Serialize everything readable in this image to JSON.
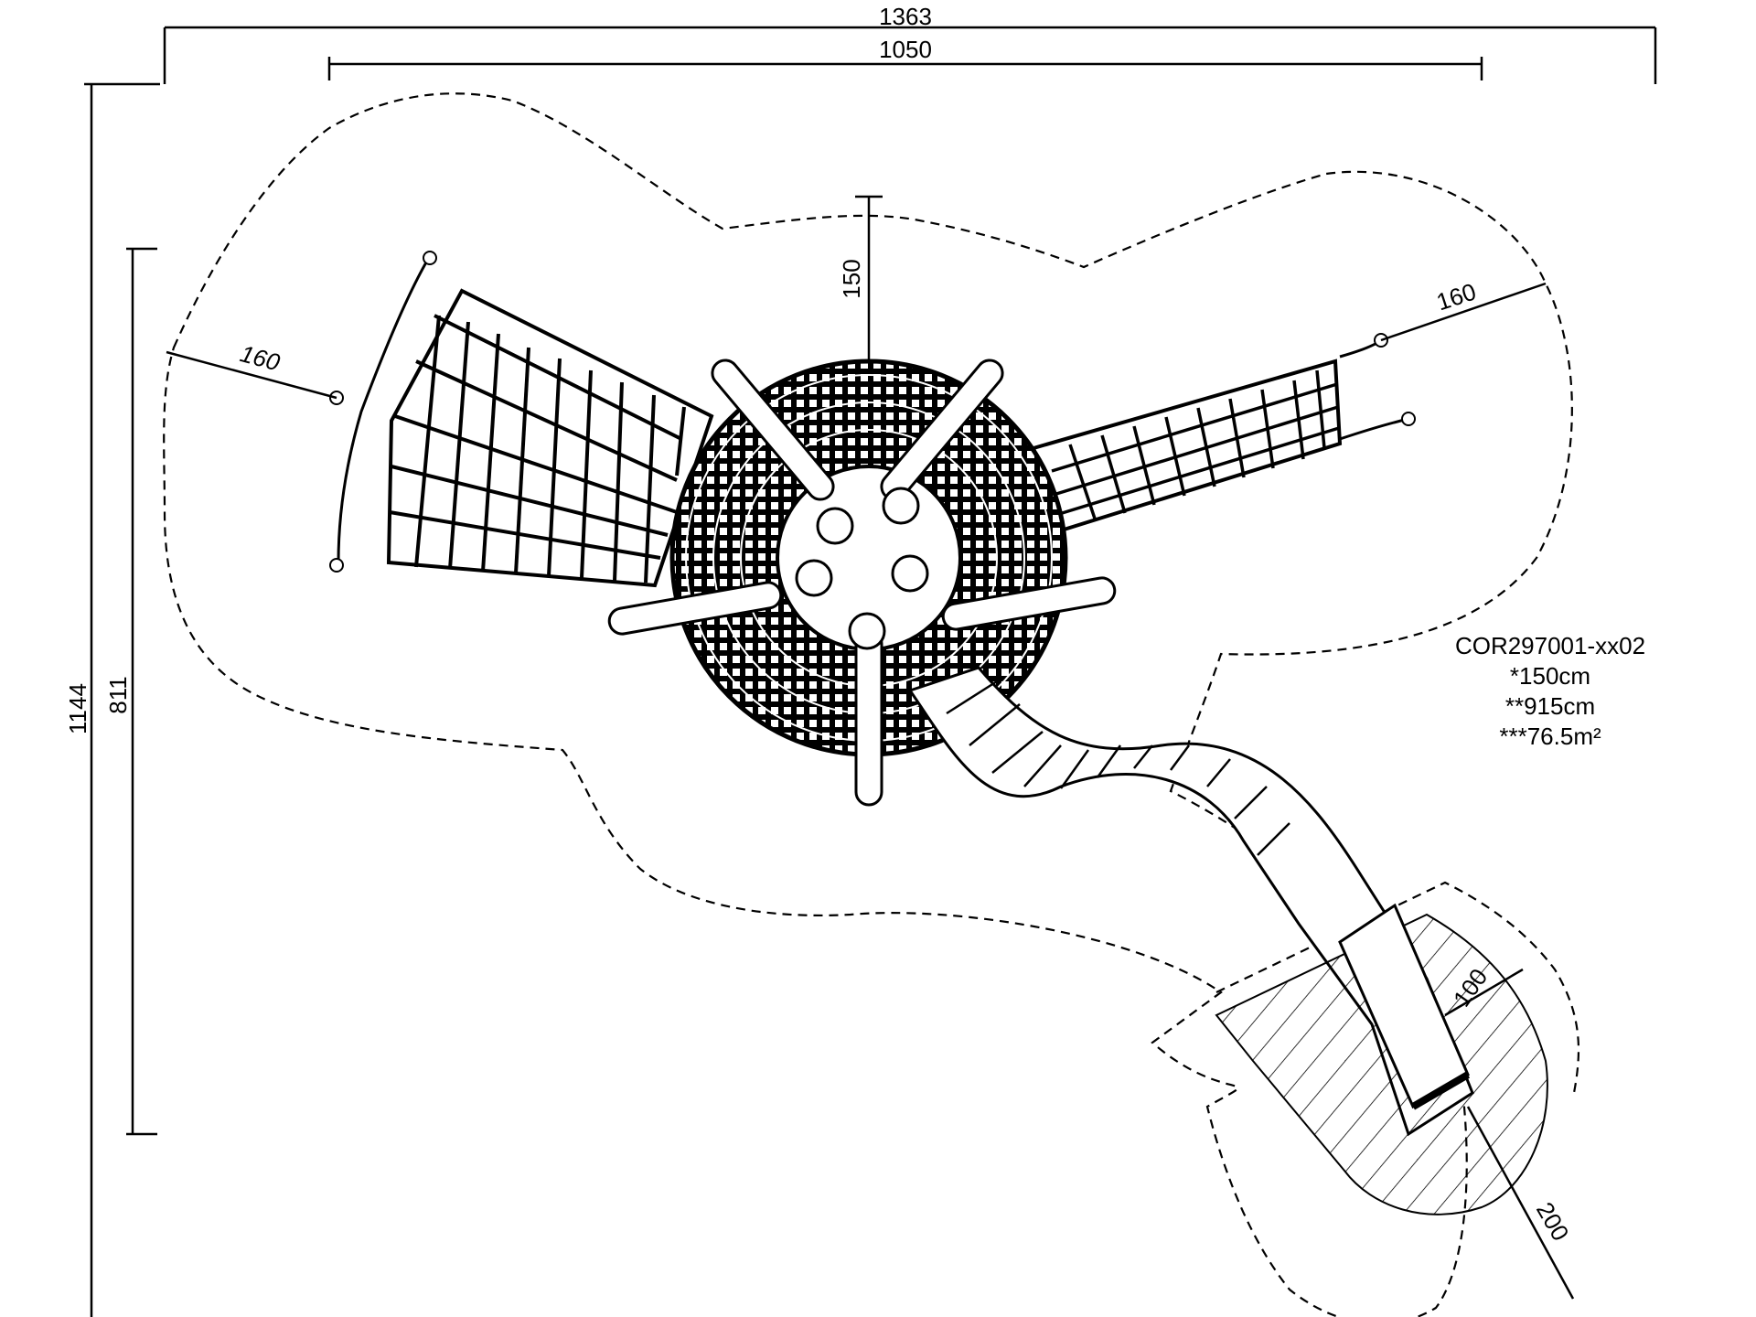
{
  "dimensions": {
    "overall_width": "1363",
    "inner_width": "1050",
    "overall_height": "1144",
    "inner_height": "811",
    "top_clearance": "150",
    "left_clearance": "160",
    "right_clearance": "160",
    "slide_exit_width": "100",
    "slide_exit_length": "200"
  },
  "info": {
    "model": "COR297001-xx02",
    "fall_height": "*150cm",
    "perimeter": "**915cm",
    "area": "***76.5m²"
  },
  "colors": {
    "line": "#000000",
    "background": "#ffffff"
  }
}
